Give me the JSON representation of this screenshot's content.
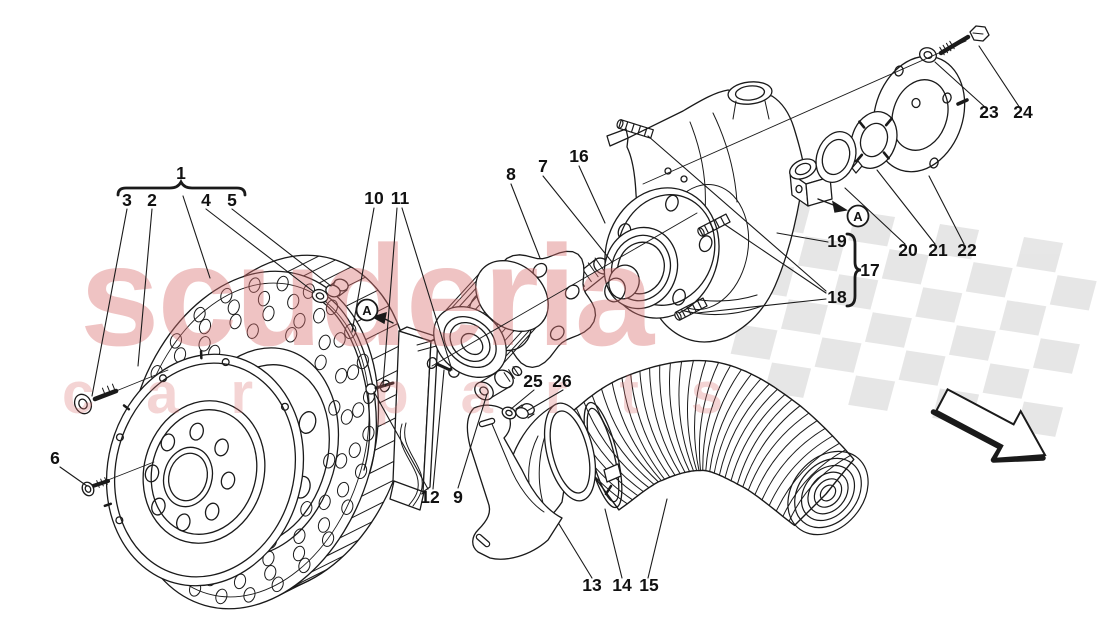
{
  "page": {
    "background_color": "#ffffff"
  },
  "diagram": {
    "line_color": "#1a1a1a",
    "flag_color": "#cfcfcf",
    "watermark": {
      "line1": "scuderia",
      "line2": "car parts",
      "color": "#d97070"
    },
    "icons": {
      "direction_arrow": "➘"
    }
  },
  "labels": {
    "n1": "1",
    "n2": "2",
    "n3": "3",
    "n4": "4",
    "n5": "5",
    "n6": "6",
    "n7": "7",
    "n8": "8",
    "n9": "9",
    "n10": "10",
    "n11": "11",
    "n12": "12",
    "n13": "13",
    "n14": "14",
    "n15": "15",
    "n16": "16",
    "n17": "17",
    "n18": "18",
    "n19": "19",
    "n20": "20",
    "n21": "21",
    "n22": "22",
    "n23": "23",
    "n24": "24",
    "n25": "25",
    "n26": "26",
    "view_a_left": "A",
    "view_a_right": "A"
  }
}
